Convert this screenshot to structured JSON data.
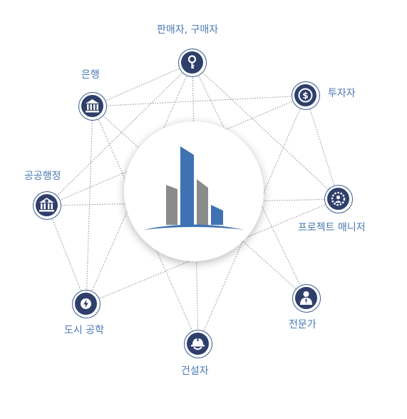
{
  "hub": {
    "icon": "city-buildings-logo-icon"
  },
  "colors": {
    "label": "#4a78b4",
    "node": "#2f3f6b",
    "ring": "#3b5894"
  },
  "nodes": [
    {
      "label": "판매자, 구매자",
      "icon": "key-icon"
    },
    {
      "label": "은행",
      "icon": "bank-icon"
    },
    {
      "label": "투자자",
      "icon": "dollar-coin-icon"
    },
    {
      "label": "공공행정",
      "icon": "government-building-icon"
    },
    {
      "label": "프로젝트 매니저",
      "icon": "project-manager-gear-icon"
    },
    {
      "label": "도시 공학",
      "icon": "lightning-icon"
    },
    {
      "label": "전문가",
      "icon": "businessman-icon"
    },
    {
      "label": "건설자",
      "icon": "hard-hat-icon"
    }
  ]
}
